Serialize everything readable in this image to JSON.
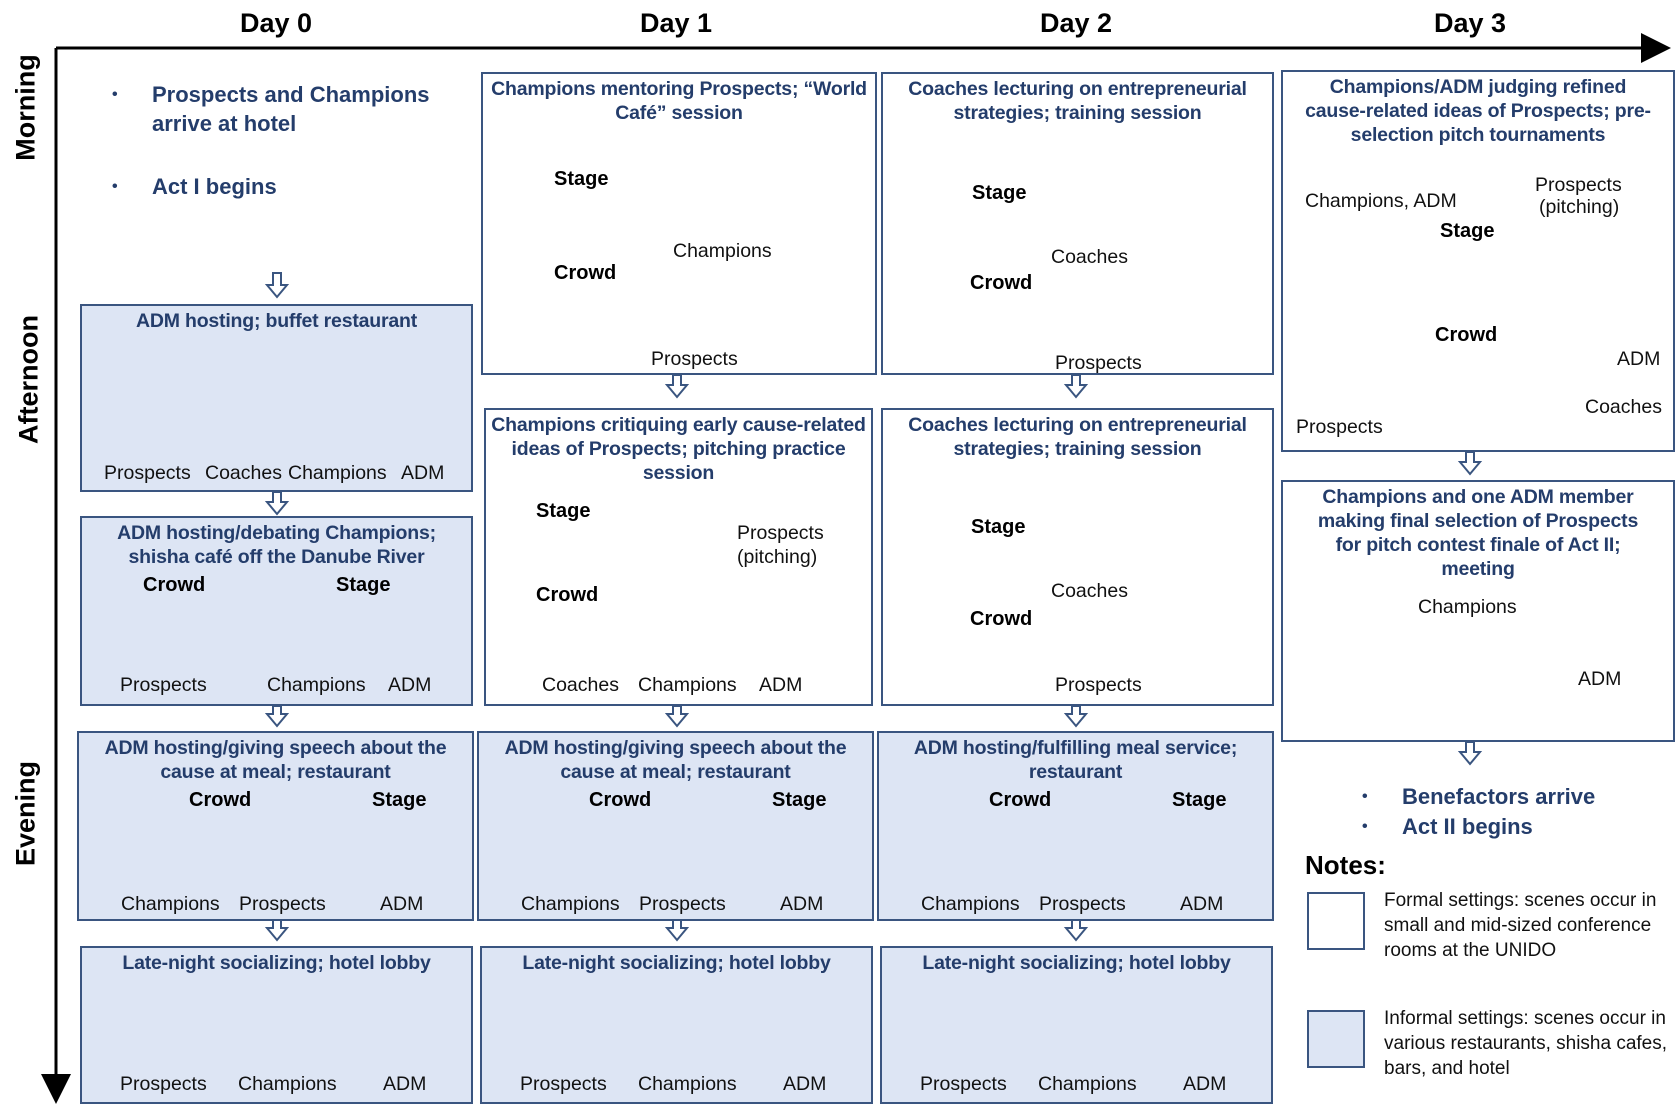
{
  "days": [
    "Day 0",
    "Day 1",
    "Day 2",
    "Day 3"
  ],
  "times": [
    "Morning",
    "Afternoon",
    "Evening"
  ],
  "labels": {
    "prospects": "Prospects",
    "champions": "Champions",
    "coaches": "Coaches",
    "adm": "ADM",
    "stage": "Stage",
    "crowd": "Crowd",
    "champions_adm": "Champions, ADM",
    "prospects_pitching_l1": "Prospects",
    "prospects_pitching_l2": "(pitching)"
  },
  "day0": {
    "morning_bullets": [
      "Prospects and Champions arrive at hotel",
      "Act I begins"
    ],
    "afternoon1_title": "ADM hosting; buffet restaurant",
    "afternoon2_title": "ADM hosting/debating Champions; shisha café off the Danube River",
    "evening_title": "ADM hosting/giving speech about the cause at meal; restaurant",
    "late_title": "Late-night socializing; hotel lobby"
  },
  "day1": {
    "morning_title": "Champions mentoring Prospects; “World Café” session",
    "afternoon_title": "Champions critiquing early cause-related ideas of Prospects; pitching practice session",
    "evening_title": "ADM hosting/giving speech about the cause at meal; restaurant",
    "late_title": "Late-night socializing; hotel lobby"
  },
  "day2": {
    "morning_title": "Coaches lecturing on entrepreneurial strategies; training session",
    "afternoon_title": "Coaches lecturing on entrepreneurial strategies; training session",
    "evening_title": "ADM hosting/fulfilling meal service; restaurant",
    "late_title": "Late-night socializing; hotel lobby"
  },
  "day3": {
    "morning_title": "Champions/ADM judging refined cause-related ideas of Prospects; pre-selection pitch tournaments",
    "afternoon_title": "Champions and one ADM member making final selection of Prospects for pitch contest finale of Act II; meeting",
    "evening_bullets": [
      "Benefactors arrive",
      "Act II begins"
    ]
  },
  "notes": {
    "heading": "Notes:",
    "formal": "Formal settings: scenes occur in small and mid-sized conference rooms at the UNIDO",
    "informal": "Informal settings: scenes occur in various restaurants, shisha cafes, bars, and hotel"
  },
  "colors": {
    "box_border": "#3a5580",
    "informal_fill": "#dde5f4",
    "title_text": "#243d6b",
    "icon_stroke": "#4a5a72"
  }
}
